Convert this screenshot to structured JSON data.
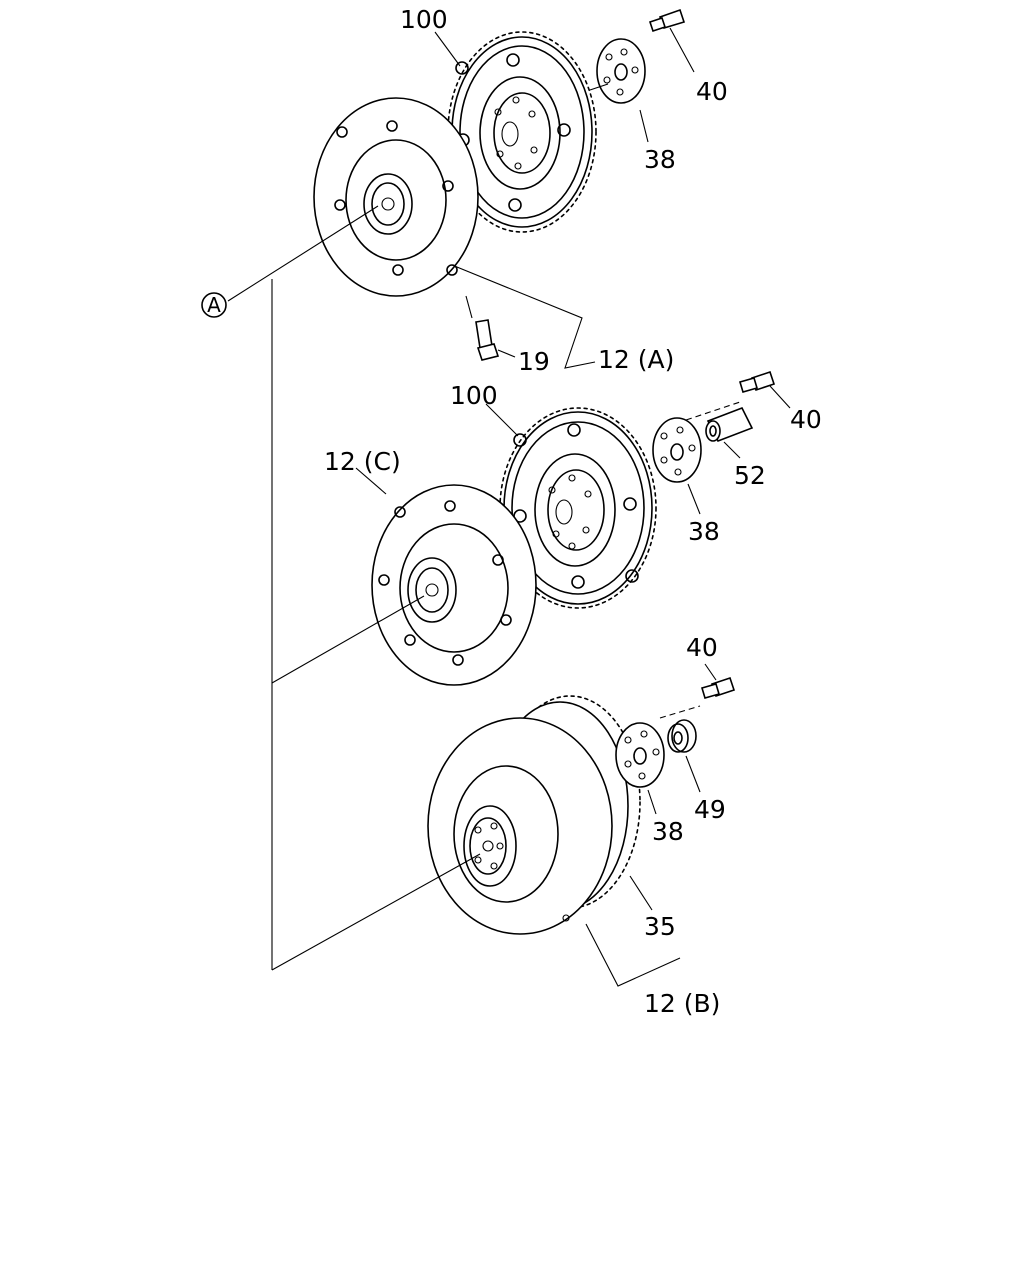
{
  "callouts": {
    "a": "A",
    "p100_top": "100",
    "p40_top": "40",
    "p38_top": "38",
    "p19": "19",
    "p12a": "12 (A)",
    "p100_mid": "100",
    "p40_mid": "40",
    "p52": "52",
    "p38_mid": "38",
    "p12c": "12 (C)",
    "p40_bot": "40",
    "p49": "49",
    "p38_bot": "38",
    "p35": "35",
    "p12b": "12 (B)"
  }
}
